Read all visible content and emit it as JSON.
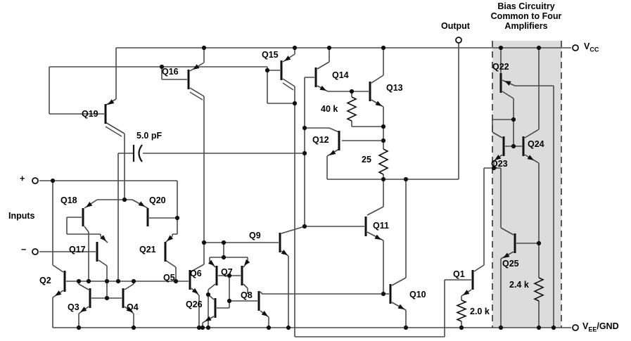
{
  "bias_note": {
    "line1": "Bias Circuitry",
    "line2": "Common to Four",
    "line3": "Amplifiers"
  },
  "terminals": {
    "output": "Output",
    "inputs": "Inputs",
    "plus": "+",
    "minus": "−",
    "vcc_v": "V",
    "vcc_sub": "CC",
    "vee_v": "V",
    "vee_sub": "EE",
    "vee_rest": "/GND"
  },
  "transistors": {
    "q1": "Q1",
    "q2": "Q2",
    "q3": "Q3",
    "q4": "Q4",
    "q5": "Q5",
    "q6": "Q6",
    "q7": "Q7",
    "q8": "Q8",
    "q9": "Q9",
    "q10": "Q10",
    "q11": "Q11",
    "q12": "Q12",
    "q13": "Q13",
    "q14": "Q14",
    "q15": "Q15",
    "q16": "Q16",
    "q17": "Q17",
    "q18": "Q18",
    "q19": "Q19",
    "q20": "Q20",
    "q21": "Q21",
    "q22": "Q22",
    "q23": "Q23",
    "q24": "Q24",
    "q25": "Q25",
    "q26": "Q26"
  },
  "components": {
    "cap": "5.0 pF",
    "r_40k": "40 k",
    "r_25": "25",
    "r_2k": "2.0 k",
    "r_2k4": "2.4 k"
  },
  "colors": {
    "wire": "#4a4a4c",
    "device": "#111111",
    "shade": "#dcdcdc"
  }
}
